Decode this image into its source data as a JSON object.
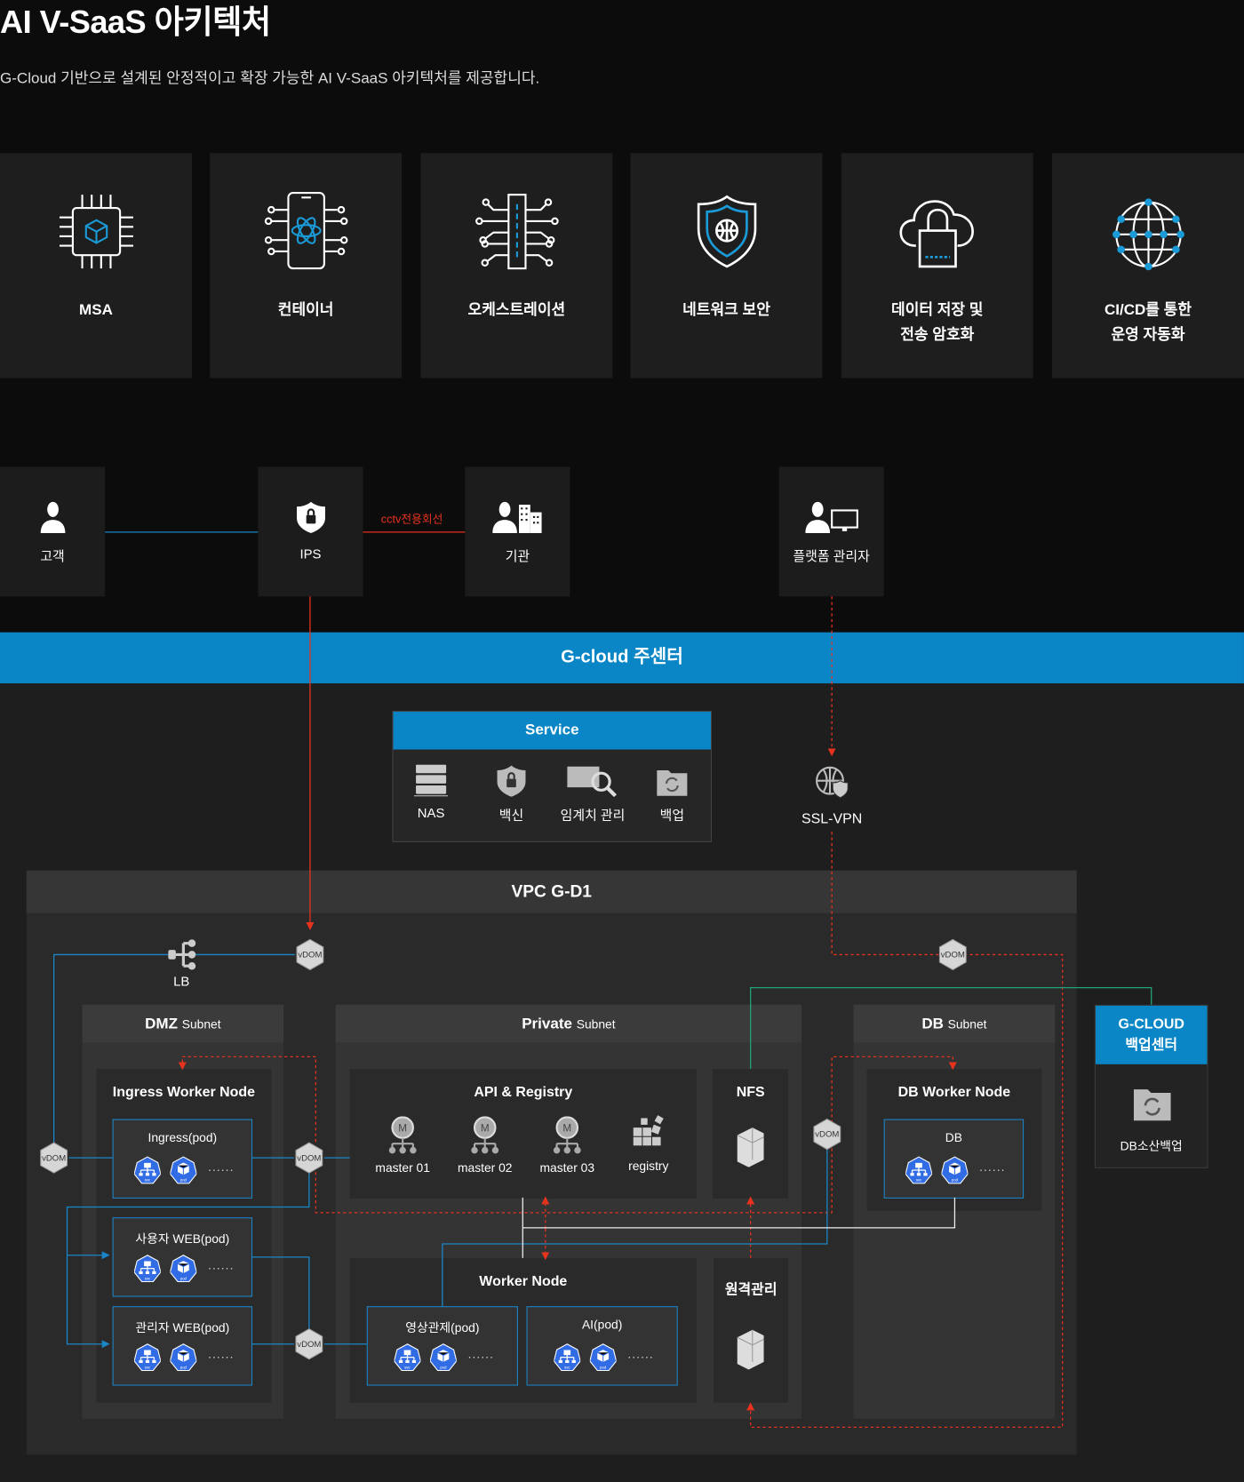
{
  "header": {
    "title": "AI V-SaaS 아키텍처",
    "subtitle": "G-Cloud 기반으로 설계된 안정적이고 확장 가능한 AI V-SaaS 아키텍처를 제공합니다."
  },
  "features": [
    {
      "label": "MSA",
      "icon": "chip-cube-icon"
    },
    {
      "label": "컨테이너",
      "icon": "phone-atom-icon"
    },
    {
      "label": "오케스트레이션",
      "icon": "circuit-icon"
    },
    {
      "label": "네트워크 보안",
      "icon": "shield-globe-icon"
    },
    {
      "label": "데이터 저장 및\n전송 암호화",
      "icon": "cloud-lock-icon"
    },
    {
      "label": "CI/CD를 통한\n운영 자동화",
      "icon": "globe-network-icon"
    }
  ],
  "actors": {
    "customer": "고객",
    "ips": "IPS",
    "agency": "기관",
    "platform_admin": "플랫폼 관리자",
    "cctv_line": "cctv전용회선"
  },
  "main_center": "G-cloud 주센터",
  "service": {
    "title": "Service",
    "items": [
      "NAS",
      "백신",
      "임계치 관리",
      "백업"
    ]
  },
  "ssl_vpn": "SSL-VPN",
  "vpc": {
    "title": "VPC G-D1",
    "lb": "LB",
    "vdom": "vDOM"
  },
  "subnets": {
    "dmz": {
      "name": "DMZ",
      "suffix": "Subnet"
    },
    "private": {
      "name": "Private",
      "suffix": "Subnet"
    },
    "db": {
      "name": "DB",
      "suffix": "Subnet"
    }
  },
  "nodes": {
    "ingress": "Ingress Worker Node",
    "api": "API & Registry",
    "nfs": "NFS",
    "worker": "Worker Node",
    "remote": "원격관리",
    "db": "DB Worker Node"
  },
  "pods": {
    "ingress": "Ingress(pod)",
    "user_web": "사용자 WEB(pod)",
    "admin_web": "관리자 WEB(pod)",
    "video": "영상관제(pod)",
    "ai": "AI(pod)",
    "db": "DB",
    "svc": "svc",
    "pod": "pod",
    "more": "......"
  },
  "masters": [
    "master 01",
    "master 02",
    "master 03",
    "registry"
  ],
  "backup_center": {
    "title": "G-CLOUD\n백업센터",
    "item": "DB소산백업"
  },
  "colors": {
    "accent": "#0a86c7",
    "alert": "#e8321e",
    "link": "#1a86c8",
    "green": "#1fa37a"
  }
}
